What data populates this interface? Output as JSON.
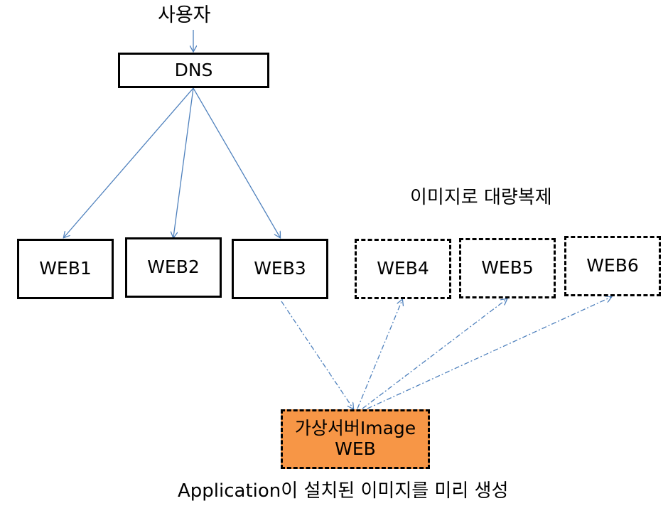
{
  "user_label": "사용자",
  "dns_label": "DNS",
  "clone_caption": "이미지로 대량복제",
  "web_servers": [
    {
      "label": "WEB1",
      "style": "solid"
    },
    {
      "label": "WEB2",
      "style": "solid"
    },
    {
      "label": "WEB3",
      "style": "solid"
    },
    {
      "label": "WEB4",
      "style": "dashed"
    },
    {
      "label": "WEB5",
      "style": "dashed"
    },
    {
      "label": "WEB6",
      "style": "dashed"
    }
  ],
  "image_box": {
    "line1": "가상서버Image",
    "line2": "WEB",
    "fill_color": "#f79646"
  },
  "bottom_caption": "Application이 설치된 이미지를 미리 생성",
  "colors": {
    "arrow": "#4f81bd",
    "box_border": "#000000"
  }
}
